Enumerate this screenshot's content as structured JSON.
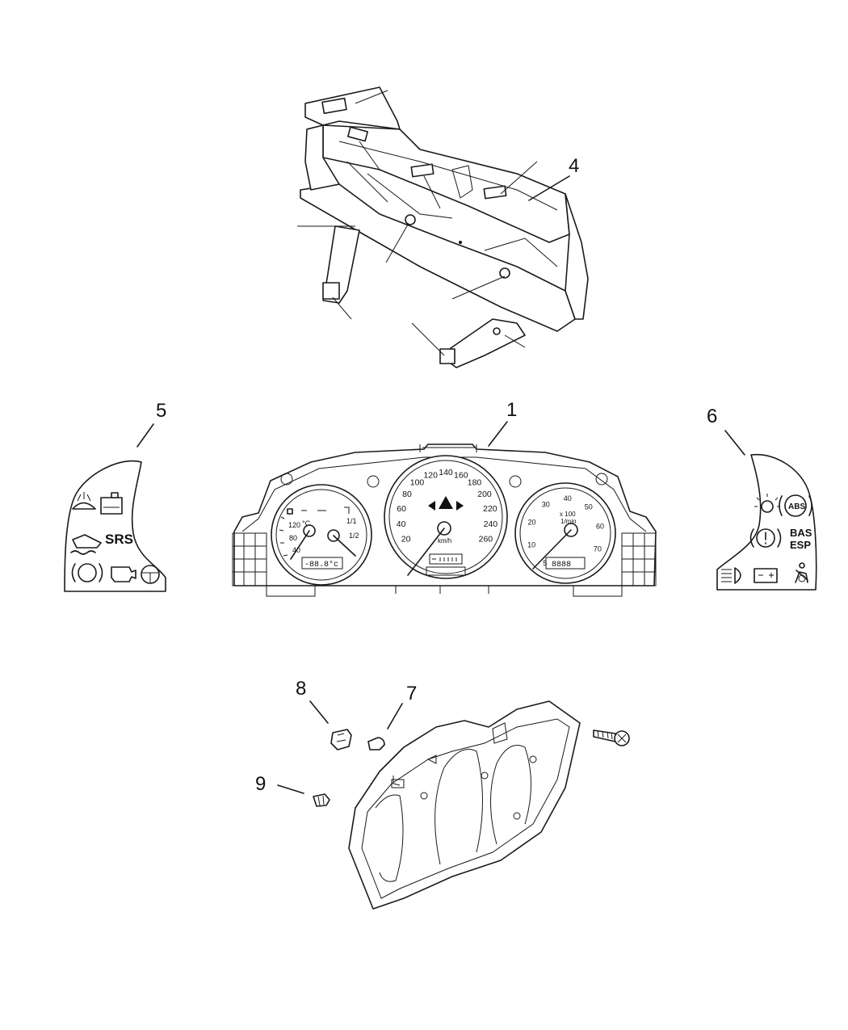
{
  "callouts": {
    "c1": "1",
    "c4": "4",
    "c5": "5",
    "c6": "6",
    "c7": "7",
    "c8": "8",
    "c9": "9"
  },
  "speedometer": {
    "ticks": [
      "20",
      "40",
      "60",
      "80",
      "100",
      "120",
      "140",
      "160",
      "180",
      "200",
      "220",
      "240",
      "260"
    ],
    "unit": "km/h"
  },
  "tachometer": {
    "ticks": [
      "5",
      "10",
      "20",
      "30",
      "40",
      "50",
      "60",
      "70"
    ],
    "unit_line1": "x 100",
    "unit_line2": "1/min",
    "lcd": "8888"
  },
  "left_gauge": {
    "temp_ticks": [
      "120",
      "80",
      "40"
    ],
    "temp_unit": "°C",
    "fuel_ticks": [
      "1/1",
      "1/2"
    ],
    "lcd": "-88.8°c"
  },
  "left_panel": {
    "srs_label": "SRS"
  },
  "right_panel": {
    "abs_label": "ABS",
    "bas_label": "BAS",
    "esp_label": "ESP"
  }
}
